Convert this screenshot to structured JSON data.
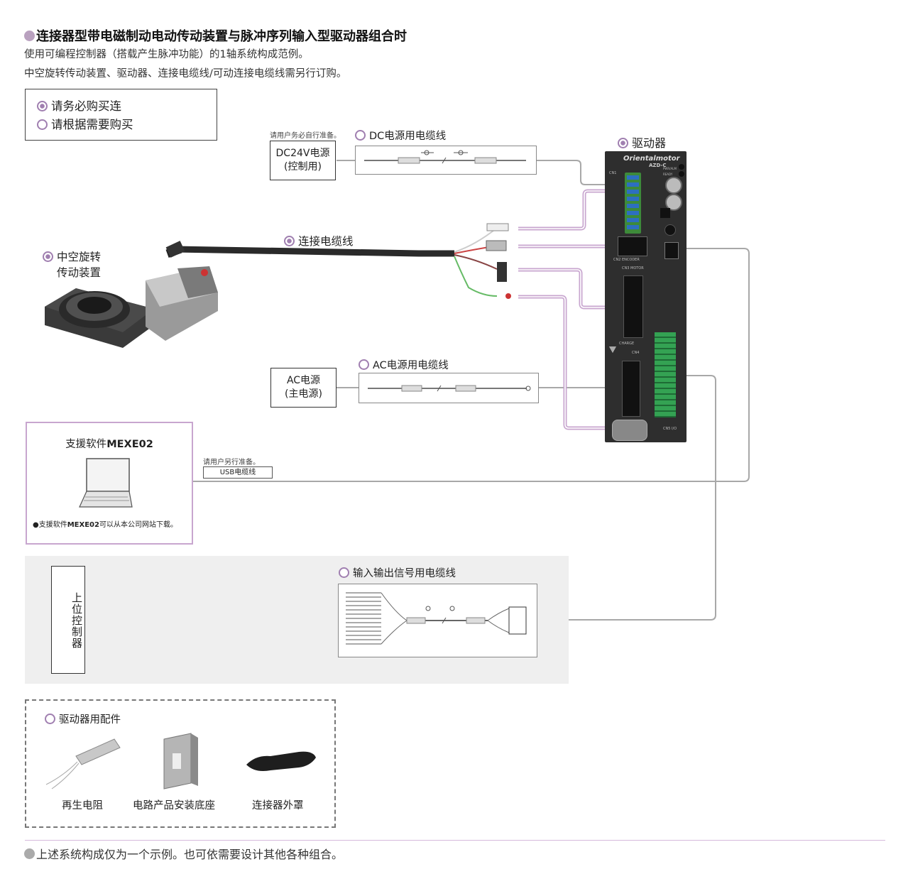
{
  "header": {
    "title": "连接器型带电磁制动电动传动装置与脉冲序列输入型驱动器组合时",
    "line1": "使用可编程控制器（搭载产生脉冲功能）的1轴系统构成范例。",
    "line2": "中空旋转传动装置、驱动器、连接电缆线/可动连接电缆线需另行订购。"
  },
  "legend": {
    "required": "请务必购买连",
    "optional": "请根据需要购买"
  },
  "dc_supply": {
    "note": "请用户务必自行准备。",
    "label_line1": "DC24V电源",
    "label_line2": "(控制用)",
    "cable_label": "DC电源用电缆线"
  },
  "driver": {
    "label": "驱动器",
    "brand": "Orientalmotor",
    "model": "AZD-C",
    "cn2": "CN2 ENCODER",
    "cn3": "CN3 MOTOR",
    "cn4": "CN4",
    "cn5": "CN5 I/O",
    "charge": "CHARGE",
    "pwr": "PWR/ALM",
    "ready": "READY",
    "cn1": "CN1"
  },
  "actuator": {
    "label_line1": "中空旋转",
    "label_line2": "传动装置"
  },
  "connection_cable": {
    "label": "连接电缆线"
  },
  "ac_supply": {
    "label_line1": "AC电源",
    "label_line2": "(主电源)",
    "cable_label": "AC电源用电缆线"
  },
  "software": {
    "title_prefix": "支援软件",
    "title_name": "MEXE02",
    "note_prefix": "●支援软件",
    "note_name": "MEXE02",
    "note_suffix": "可以从本公司网站下载。",
    "usb_note": "请用户另行准备。",
    "usb_label": "USB电缆线"
  },
  "io": {
    "cable_label": "输入输出信号用电缆线",
    "host_label": "上位控制器"
  },
  "accessories": {
    "title": "驱动器用配件",
    "items": [
      "再生电阻",
      "电路产品安装底座",
      "连接器外罩"
    ]
  },
  "footer": {
    "note": "上述系统构成仅为一个示例。也可依需要设计其他各种组合。"
  },
  "colors": {
    "accent": "#a07fb0",
    "line_pink": "#c8a6cf",
    "line_gray": "#a8a8a8"
  }
}
